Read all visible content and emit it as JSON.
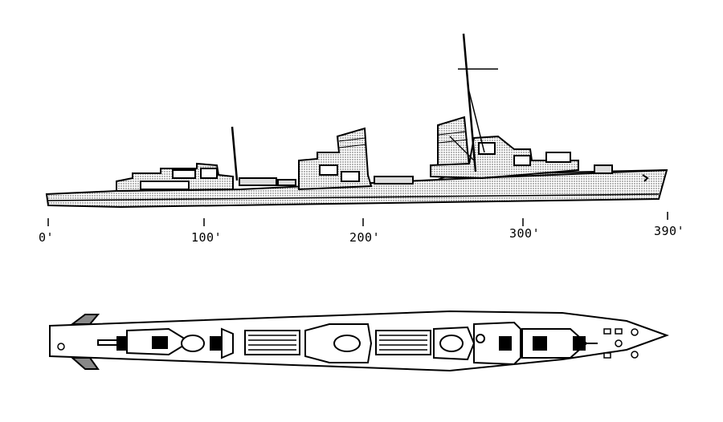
{
  "scale": {
    "ticks": [
      {
        "label": "0'"
      },
      {
        "label": "100'"
      },
      {
        "label": "200'"
      },
      {
        "label": "300'"
      },
      {
        "label": "390'"
      }
    ]
  },
  "colors": {
    "ink": "#000000",
    "hull_fill": "#cfcfcf",
    "background": "#ffffff"
  }
}
